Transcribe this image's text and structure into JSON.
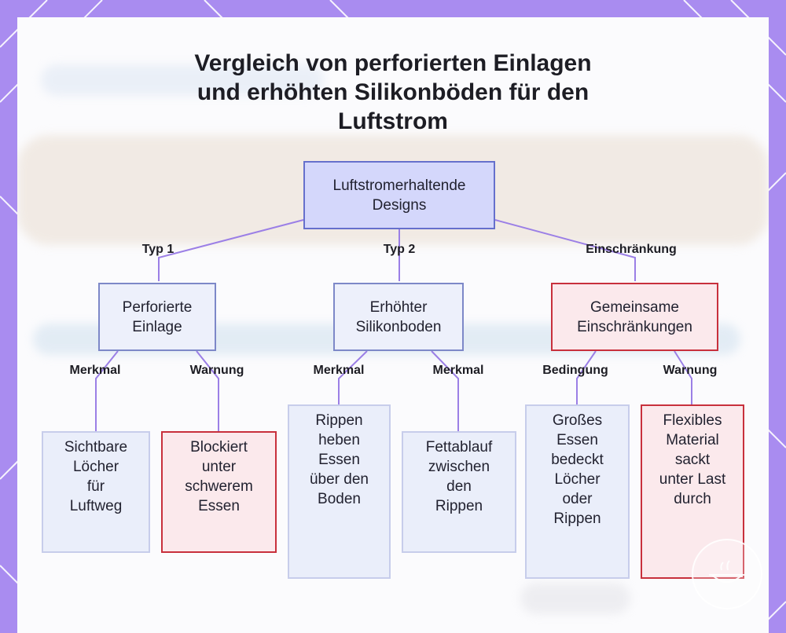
{
  "title_lines": [
    "Vergleich von perforierten Einlagen",
    "und erhöhten Silikonböden für den",
    "Luftstrom"
  ],
  "nodes": {
    "root": "Luftstromerhaltende\nDesigns",
    "perforated": "Perforierte\nEinlage",
    "raised": "Erhöhter\nSilikonboden",
    "limits": "Gemeinsame\nEinschränkungen",
    "holes": "Sichtbare\nLöcher\nfür\nLuftweg",
    "blocked": "Blockiert\nunter\nschwerem\nEssen",
    "ribs": "Rippen\nheben\nEssen\nüber den\nBoden",
    "drain": "Fettablauf\nzwischen\nden\nRippen",
    "large_food": "Großes\nEssen\nbedeckt\nLöcher\noder\nRippen",
    "sag": "Flexibles\nMaterial\nsackt\nunter Last\ndurch"
  },
  "edges": {
    "type1": "Typ 1",
    "type2": "Typ 2",
    "limitation": "Einschränkung",
    "feature_a": "Merkmal",
    "warning_a": "Warnung",
    "feature_b": "Merkmal",
    "feature_c": "Merkmal",
    "condition": "Bedingung",
    "warning_b": "Warnung"
  },
  "colors": {
    "frame": "#a98cf0",
    "connector": "#9b7fe6",
    "root_fill": "#d4d7fb",
    "blue_border": "#7d88c8",
    "red_border": "#c8303c"
  }
}
